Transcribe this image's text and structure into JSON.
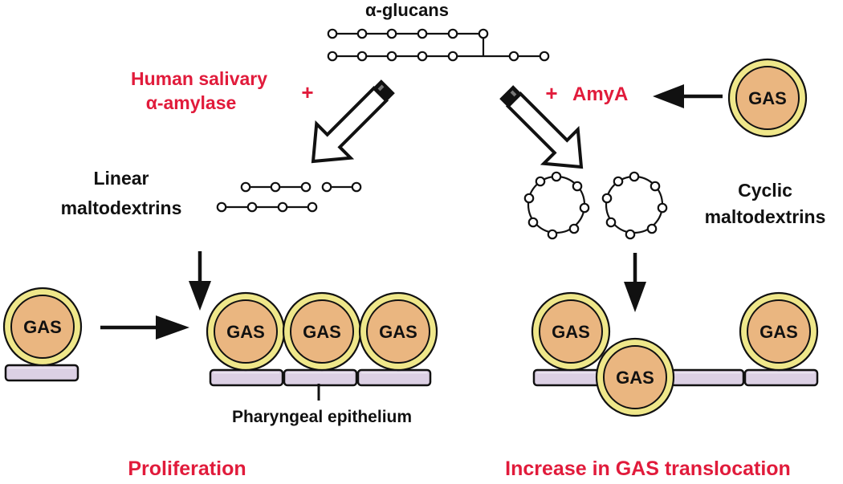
{
  "title": "α-glucans",
  "left_enzyme": {
    "line1": "Human salivary",
    "line2": "α-amylase",
    "plus": "+"
  },
  "right_enzyme": {
    "plus": "+",
    "name": "AmyA"
  },
  "linear_label": {
    "line1": "Linear",
    "line2": "maltodextrins"
  },
  "cyclic_label": {
    "line1": "Cyclic",
    "line2": "maltodextrins"
  },
  "cell_label": "GAS",
  "epithelium_label": "Pharyngeal epithelium",
  "outcome_left": "Proliferation",
  "outcome_right": "Increase in GAS translocation",
  "colors": {
    "accent_red": "#e11b3b",
    "cell_ring": "#efe78a",
    "cell_core": "#eab680",
    "epithelium": "#dcd0e4"
  }
}
